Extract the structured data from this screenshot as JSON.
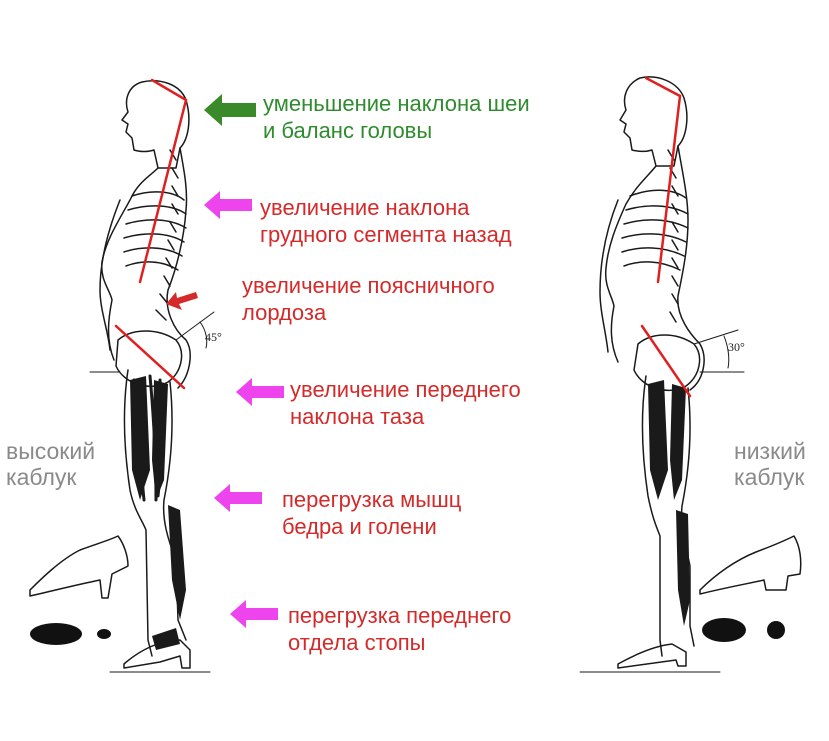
{
  "colors": {
    "green": "#2e8b2e",
    "red": "#d42a2a",
    "magenta": "#ee44ee",
    "gray": "#8a8a8a",
    "ink": "#1a1a1a"
  },
  "figures": {
    "left": {
      "label_lines": [
        "высокий",
        "каблук"
      ],
      "angle_label": "45°"
    },
    "right": {
      "label_lines": [
        "низкий",
        "каблук"
      ],
      "angle_label": "30°"
    }
  },
  "annotations": [
    {
      "lines": [
        "уменьшение наклона шеи",
        "и баланс головы"
      ],
      "color": "green",
      "arrow": "green-arrow-icon"
    },
    {
      "lines": [
        "увеличение наклона",
        "грудного сегмента назад"
      ],
      "color": "red",
      "arrow": "magenta-arrow-icon"
    },
    {
      "lines": [
        "увеличение поясничного",
        "лордоза"
      ],
      "color": "red",
      "arrow": "red-small-arrow-icon"
    },
    {
      "lines": [
        "увеличение переднего",
        "наклона таза"
      ],
      "color": "red",
      "arrow": "magenta-arrow-icon"
    },
    {
      "lines": [
        "перегрузка мышц",
        "бедра и голени"
      ],
      "color": "red",
      "arrow": "magenta-arrow-icon"
    },
    {
      "lines": [
        "перегрузка переднего",
        "отдела стопы"
      ],
      "color": "red",
      "arrow": "magenta-arrow-icon"
    }
  ]
}
